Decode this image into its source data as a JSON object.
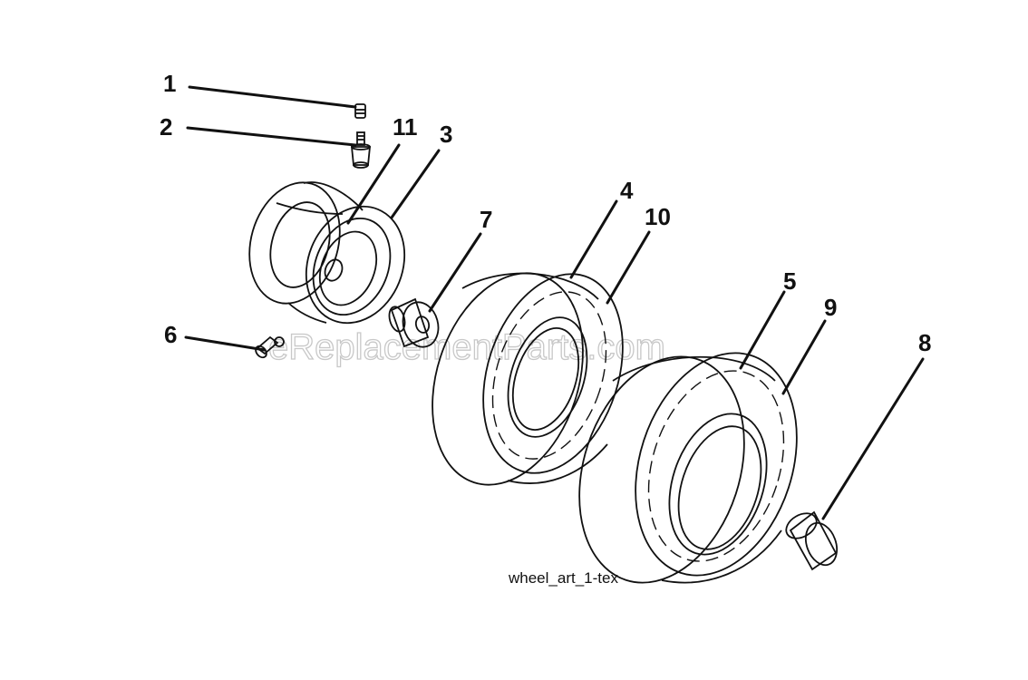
{
  "callouts": {
    "c1": "1",
    "c2": "2",
    "c3": "3",
    "c4": "4",
    "c5": "5",
    "c6": "6",
    "c7": "7",
    "c8": "8",
    "c9": "9",
    "c10": "10",
    "c11": "11"
  },
  "caption": "wheel_art_1-tex",
  "watermark": "eReplacementParts.com"
}
